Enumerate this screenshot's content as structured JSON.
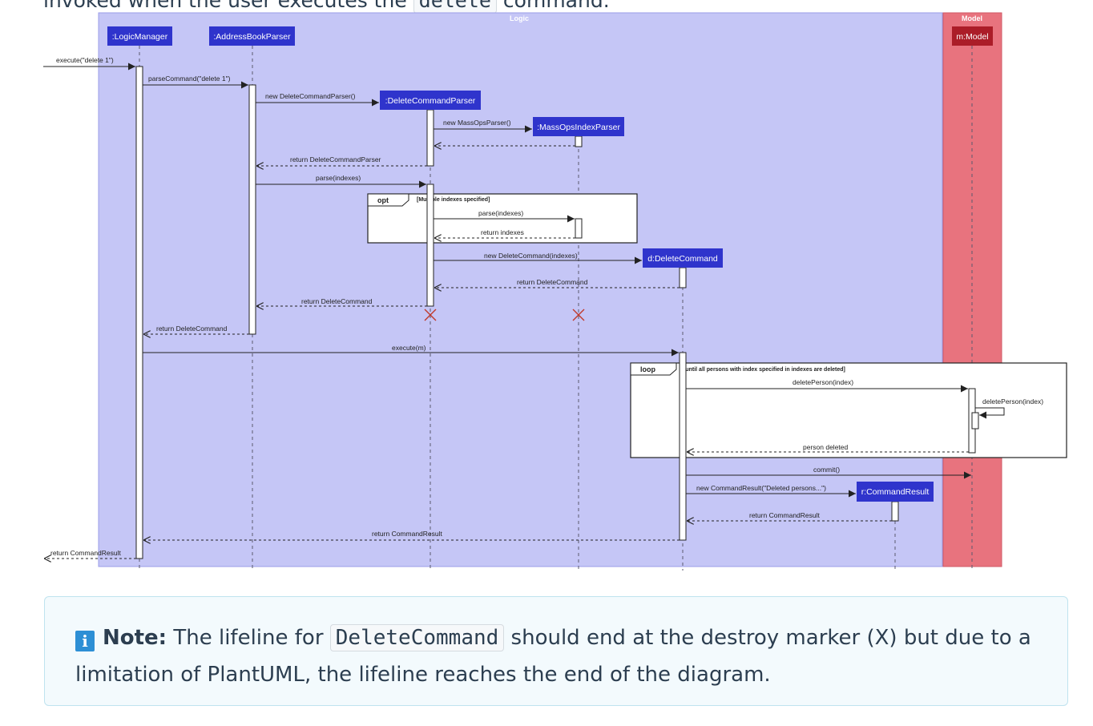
{
  "intro": {
    "text_before": "invoked when the user executes the",
    "code": "delete",
    "text_after": "command."
  },
  "colors": {
    "logic_box": "#c5c6f6",
    "model_box": "#e8737e",
    "participant": "#2f34cc",
    "model_participant": "#ab1d28",
    "destroy_marker": "#c0392b"
  },
  "boxes": {
    "logic": "Logic",
    "model": "Model"
  },
  "participants": {
    "logic_manager": ":LogicManager",
    "address_book_parser": ":AddressBookParser",
    "delete_command_parser": ":DeleteCommandParser",
    "mass_ops_index_parser": ":MassOpsIndexParser",
    "delete_command": "d:DeleteCommand",
    "command_result": "r:CommandResult",
    "model": "m:Model"
  },
  "messages": {
    "m1": "execute(\"delete 1\")",
    "m2": "parseCommand(\"delete 1\")",
    "m3": "new DeleteCommandParser()",
    "m4": "new MassOpsParser()",
    "m5": "return DeleteCommandParser",
    "m6": "parse(indexes)",
    "m7": "parse(indexes)",
    "m8": "return indexes",
    "m9": "new DeleteCommand(indexes)",
    "m10": "return DeleteCommand",
    "m11": "return DeleteCommand",
    "m12": "return DeleteCommand",
    "m13": "execute(m)",
    "m14": "deletePerson(index)",
    "m15": "deletePerson(index)",
    "m16": "person deleted",
    "m17": "commit()",
    "m18": "new CommandResult(\"Deleted persons...\")",
    "m19": "return CommandResult",
    "m20": "return CommandResult",
    "m21": "return CommandResult"
  },
  "fragments": {
    "opt": {
      "keyword": "opt",
      "guard": "[Multiple indexes specified]"
    },
    "loop": {
      "keyword": "loop",
      "guard": "[until all persons with index specified in indexes are deleted]"
    }
  },
  "note": {
    "label": "Note:",
    "text_before": "The lifeline for",
    "code": "DeleteCommand",
    "text_after": "should end at the destroy marker (X) but due to a limitation of PlantUML, the lifeline reaches the end of the diagram."
  }
}
